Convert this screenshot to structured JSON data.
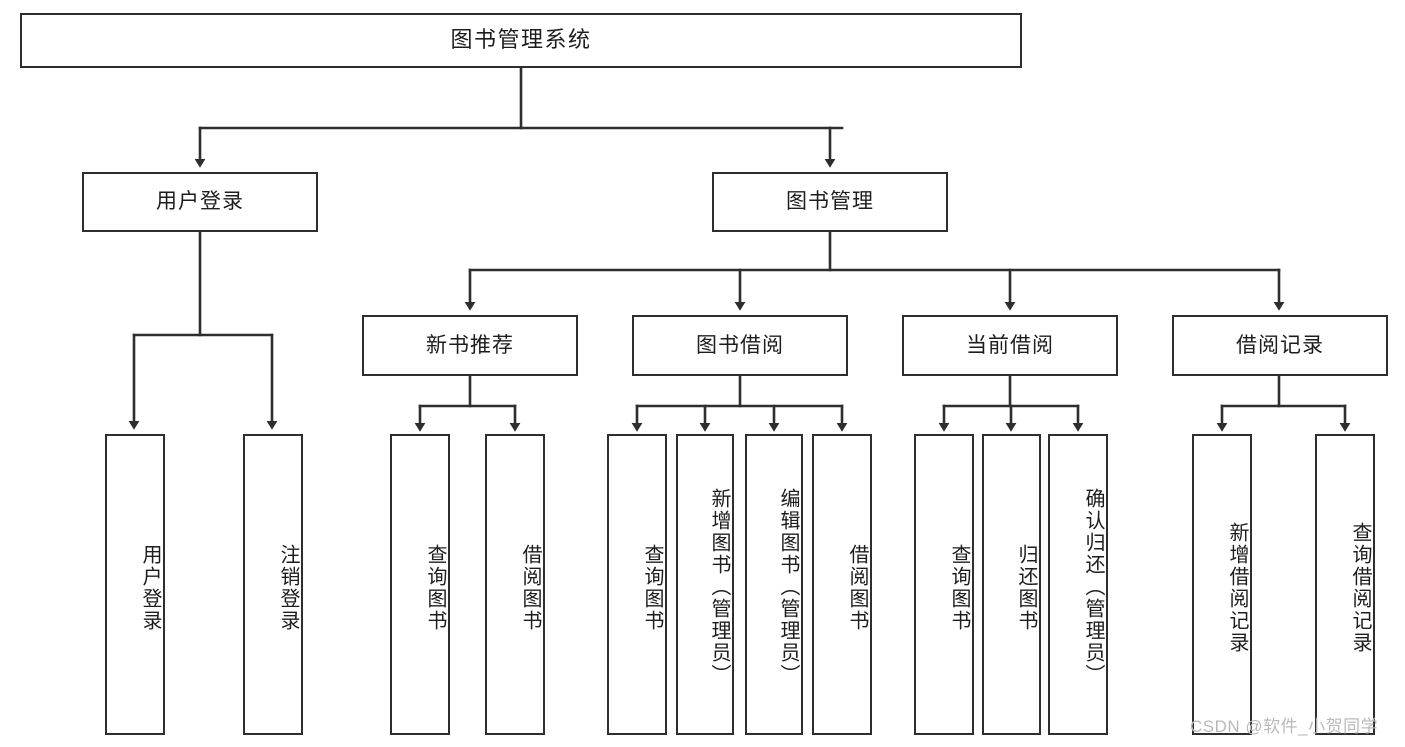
{
  "diagram": {
    "title": "图书管理系统",
    "type": "tree-hierarchy-diagram",
    "watermark": "CSDN @软件_小贺同学",
    "colors": {
      "border": "#2e2e2e",
      "background": "#ffffff",
      "text": "#1d1d1d",
      "watermark": "#b9b9b9"
    },
    "nodes": {
      "root": {
        "label": "图书管理系统"
      },
      "level1": [
        {
          "id": "user-login",
          "label": "用户登录"
        },
        {
          "id": "book-management",
          "label": "图书管理"
        }
      ],
      "level2": [
        {
          "id": "new-book-recommend",
          "label": "新书推荐"
        },
        {
          "id": "book-borrow",
          "label": "图书借阅"
        },
        {
          "id": "current-borrow",
          "label": "当前借阅"
        },
        {
          "id": "borrow-record",
          "label": "借阅记录"
        }
      ],
      "leaves": {
        "user_login": [
          {
            "id": "leaf-user-login",
            "label": "用户登录"
          },
          {
            "id": "leaf-logout-login",
            "label": "注销登录"
          }
        ],
        "new_book_recommend": [
          {
            "id": "leaf-query-book-1",
            "label": "查询图书"
          },
          {
            "id": "leaf-borrow-book-1",
            "label": "借阅图书"
          }
        ],
        "book_borrow": [
          {
            "id": "leaf-query-book-2",
            "label": "查询图书"
          },
          {
            "id": "leaf-add-book",
            "label": "新增图书（管理员）"
          },
          {
            "id": "leaf-edit-book",
            "label": "编辑图书（管理员）"
          },
          {
            "id": "leaf-borrow-book-2",
            "label": "借阅图书"
          }
        ],
        "current_borrow": [
          {
            "id": "leaf-query-book-3",
            "label": "查询图书"
          },
          {
            "id": "leaf-return-book",
            "label": "归还图书"
          },
          {
            "id": "leaf-confirm-return",
            "label": "确认归还（管理员）"
          }
        ],
        "borrow_record": [
          {
            "id": "leaf-add-record",
            "label": "新增借阅记录"
          },
          {
            "id": "leaf-query-record",
            "label": "查询借阅记录"
          }
        ]
      }
    }
  }
}
